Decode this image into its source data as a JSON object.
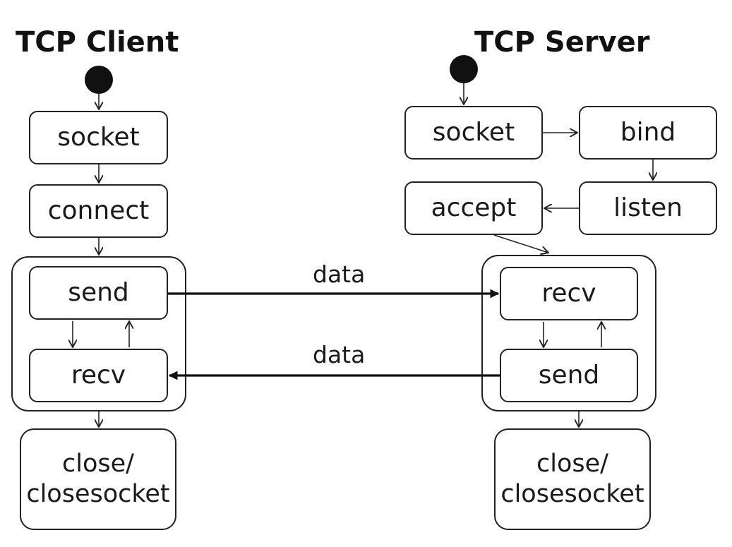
{
  "client": {
    "title": "TCP Client",
    "nodes": {
      "socket": "socket",
      "connect": "connect",
      "send": "send",
      "recv": "recv",
      "close": "close/\nclosesocket"
    }
  },
  "server": {
    "title": "TCP Server",
    "nodes": {
      "socket": "socket",
      "bind": "bind",
      "listen": "listen",
      "accept": "accept",
      "recv": "recv",
      "send": "send",
      "close": "close/\nclosesocket"
    }
  },
  "edges": {
    "data_to_server": "data",
    "data_to_client": "data"
  },
  "colors": {
    "stroke": "#222222",
    "start_node": "#111111",
    "background": "#ffffff"
  }
}
